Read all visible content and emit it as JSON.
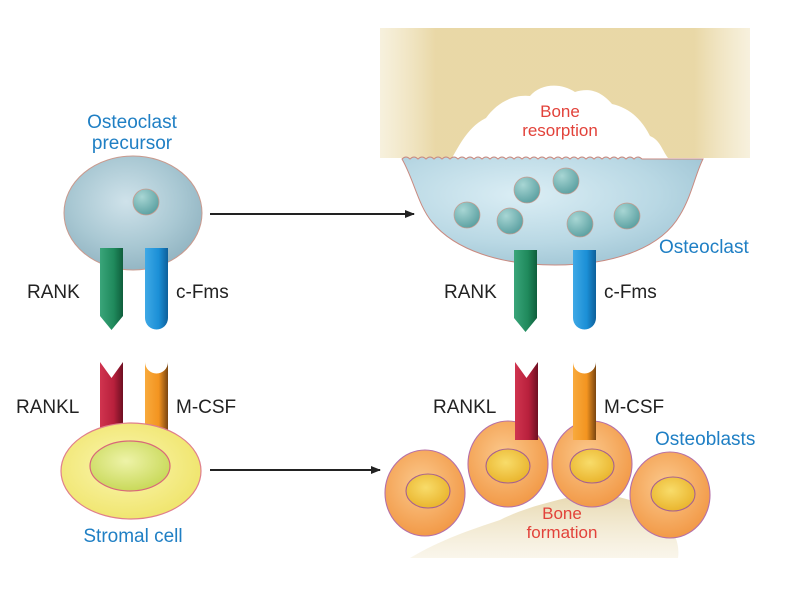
{
  "diagram": {
    "title": "RANKL / M-CSF signaling in osteoclast differentiation",
    "left_panel": {
      "precursor_label_line1": "Osteoclast",
      "precursor_label_line2": "precursor",
      "receptor_rank": "RANK",
      "receptor_cfms": "c-Fms",
      "ligand_rankl": "RANKL",
      "ligand_mcsf": "M-CSF",
      "stromal_label": "Stromal cell"
    },
    "right_panel": {
      "resorption_line1": "Bone",
      "resorption_line2": "resorption",
      "osteoclast_label": "Osteoclast",
      "receptor_rank": "RANK",
      "receptor_cfms": "c-Fms",
      "ligand_rankl": "RANKL",
      "ligand_mcsf": "M-CSF",
      "osteoblasts_label": "Osteoblasts",
      "formation_line1": "Bone",
      "formation_line2": "formation"
    },
    "arrows": [
      {
        "from": "Osteoclast precursor",
        "to": "Osteoclast"
      },
      {
        "from": "Stromal cell",
        "to": "Osteoblasts"
      }
    ],
    "colors": {
      "label_blue": "#1f7fc4",
      "label_red": "#e2423a",
      "rank_green": "#1f8a5c",
      "cfms_blue": "#1b8fd6",
      "rankl_red": "#b8203c",
      "mcsf_orange": "#f39420",
      "precursor_cell": "#a9c8d3",
      "osteoclast_cell": "#b9d8e4",
      "vesicle": "#6fb1b0",
      "bone": "#e9d8a8",
      "stromal_outer": "#f3ec7a",
      "stromal_nucleus": "#d7e36a",
      "osteoblast_outer": "#f5a85a",
      "osteoblast_nucleus": "#f2c43a"
    }
  }
}
